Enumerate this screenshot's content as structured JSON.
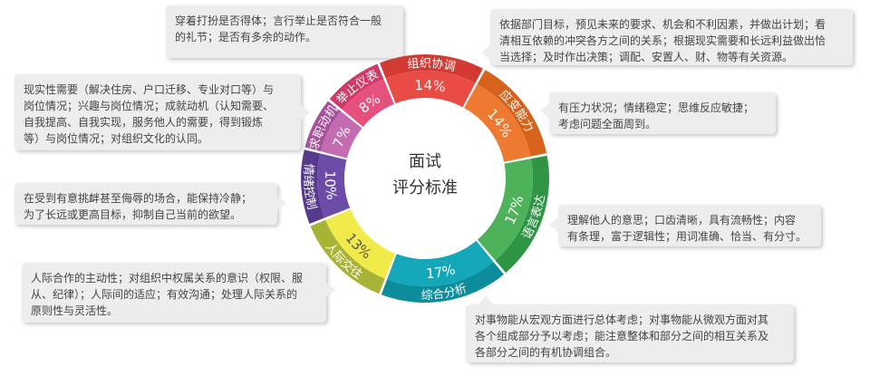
{
  "center": {
    "line1": "面试",
    "line2": "评分标准"
  },
  "segments": [
    {
      "label": "组织协调",
      "percent": "14%",
      "value": 14,
      "color": "#e94c45",
      "outer": "#d23a33"
    },
    {
      "label": "应变能力",
      "percent": "14%",
      "value": 14,
      "color": "#ee7a31",
      "outer": "#d7621c"
    },
    {
      "label": "语言表达",
      "percent": "17%",
      "value": 17,
      "color": "#4db25a",
      "outer": "#2f9444"
    },
    {
      "label": "综合分析",
      "percent": "17%",
      "value": 17,
      "color": "#13a7b9",
      "outer": "#0d8c9c"
    },
    {
      "label": "人际交往",
      "percent": "13%",
      "value": 13,
      "color": "#f1ea4b",
      "outer": "#a8b335"
    },
    {
      "label": "情绪控制",
      "percent": "10%",
      "value": 10,
      "color": "#6c4ca6",
      "outer": "#563a8b"
    },
    {
      "label": "求职动机",
      "percent": "7%",
      "value": 7,
      "color": "#c46bb1",
      "outer": "#a6519a"
    },
    {
      "label": "举止仪表",
      "percent": "8%",
      "value": 8,
      "color": "#e6507c",
      "outer": "#cf3b66"
    }
  ],
  "notes": {
    "jzyb": [
      "穿着打扮是否得体；言行举止是否符合一般",
      "的礼节；是否有多余的动作。"
    ],
    "zzxt": [
      "依据部门目标，预见未来的要求、机会和不利因素，并做出计划；看",
      "清相互依赖的冲突各方之间的关系；根据现实需要和长远利益做出恰",
      "当选择；及时作出决策；调配、安置人、财、物等有关资源。"
    ],
    "ybnl": [
      "有压力状况；情绪稳定；思维反应敏捷；",
      "考虑问题全面周到。"
    ],
    "yybd": [
      "理解他人的意思；口齿清晰，具有流畅性；内容",
      "有条理，富于逻辑性；用词准确、恰当、有分寸。"
    ],
    "zhfx": [
      "对事物能从宏观方面进行总体考虑；对事物能从微观方面对其",
      "各个组成部分予以考虑；能注意整体和部分之间的相互关系及",
      "各部分之间的有机协调组合。"
    ],
    "rjjw": [
      "人际合作的主动性；对组织中权属关系的意识（权限、服",
      "从、纪律）；人际间的适应；有效沟通；处理人际关系的",
      "原则性与灵活性。"
    ],
    "qxkz": [
      "在受到有意挑衅甚至侮辱的场合，能保持冷静；",
      "为了长远或更高目标，抑制自己当前的欲望。"
    ],
    "qzdj": [
      "现实性需要（解决住房、户口迁移、专业对口等）与",
      "岗位情况；兴趣与岗位情况；成就动机（认知需要、",
      "自我提高、自我实现，服务他人的需要，得到锻炼",
      "等）与岗位情况；对组织文化的认同。"
    ]
  }
}
